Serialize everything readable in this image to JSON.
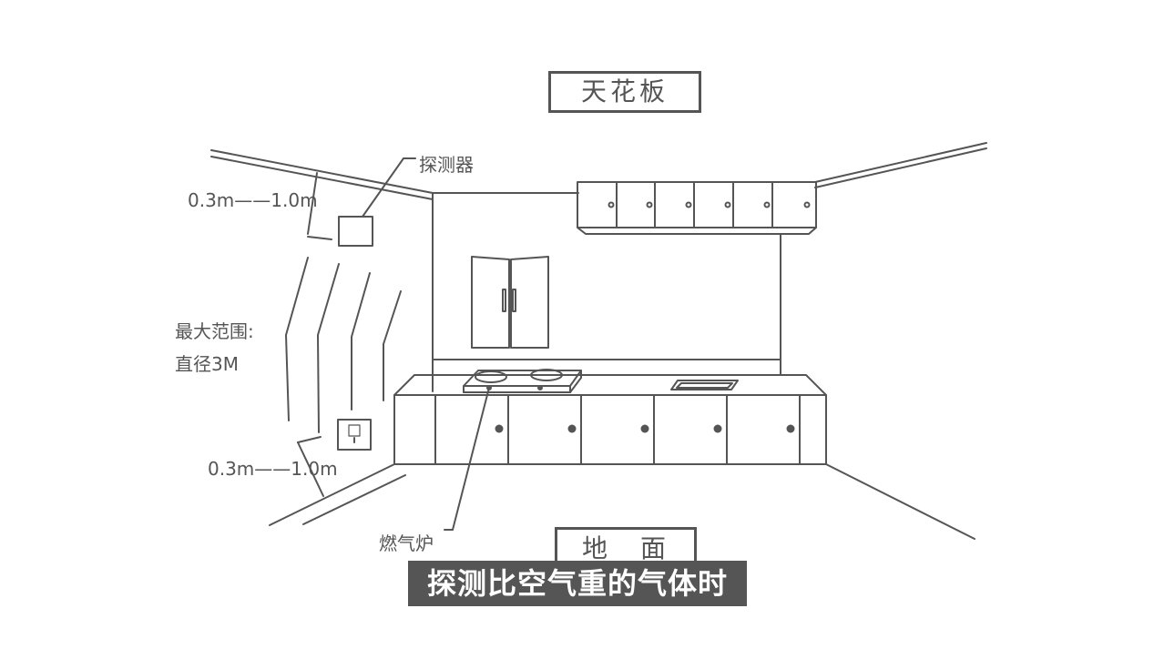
{
  "labels": {
    "ceiling": "天花板",
    "floor": "地　面",
    "detector": "探测器",
    "upper_range": "0.3m——1.0m",
    "max_range_line1": "最大范围:",
    "max_range_line2": "直径3M",
    "lower_range": "0.3m——1.0m",
    "stove": "燃气炉"
  },
  "caption": "探测比空气重的气体时",
  "colors": {
    "line": "#555555",
    "caption_bg": "#555555",
    "caption_text": "#ffffff"
  },
  "icons": {
    "upper_detector": "detector-box",
    "lower_detector": "wall-socket-detector"
  }
}
